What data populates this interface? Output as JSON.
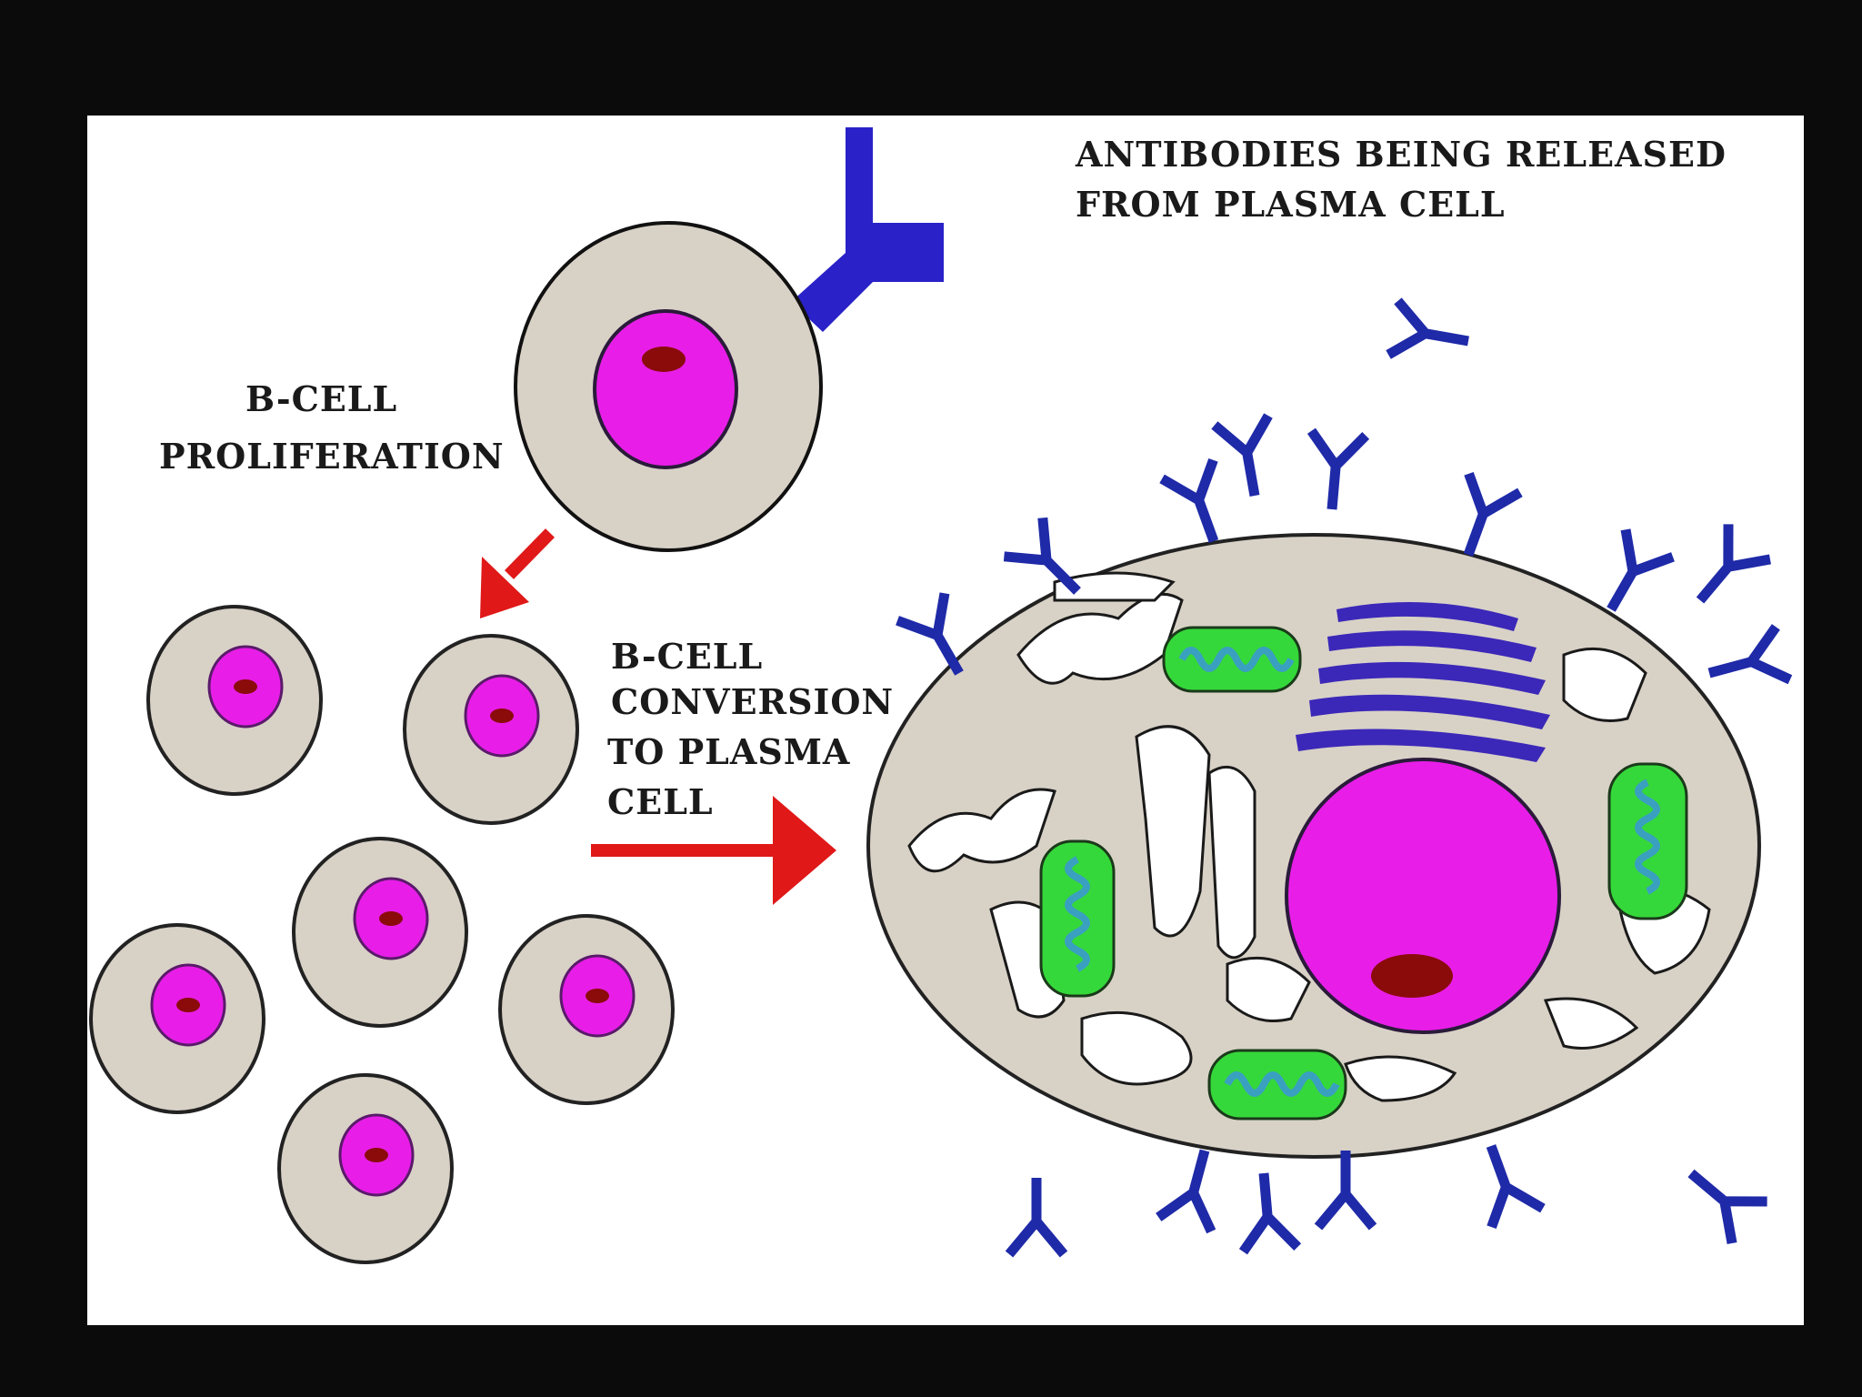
{
  "labels": {
    "proliferation": [
      "B-CELL",
      "PROLIFERATION"
    ],
    "conversion": [
      "B-CELL",
      "CONVERSION",
      "TO PLASMA",
      "CELL"
    ],
    "antibodies": [
      "ANTIBODIES BEING RELEASED",
      "FROM PLASMA CELL"
    ]
  },
  "colors": {
    "background_frame": "#0b0b0b",
    "panel": "#ffffff",
    "cytoplasm": "#d8d1c6",
    "nucleus": "#e81ee8",
    "nucleolus": "#8b0a0a",
    "antibody": "#1f2aa8",
    "receptor": "#2a22c8",
    "mitochondria": "#35d83a",
    "mito_cristae": "#3aa0c0",
    "golgi": "#3b28b8",
    "arrow": "#e01818"
  },
  "icons": {
    "b_cell": "b-cell-icon",
    "plasma_cell": "plasma-cell-icon",
    "antibody": "y-antibody-icon",
    "arrow": "red-arrow-icon"
  }
}
